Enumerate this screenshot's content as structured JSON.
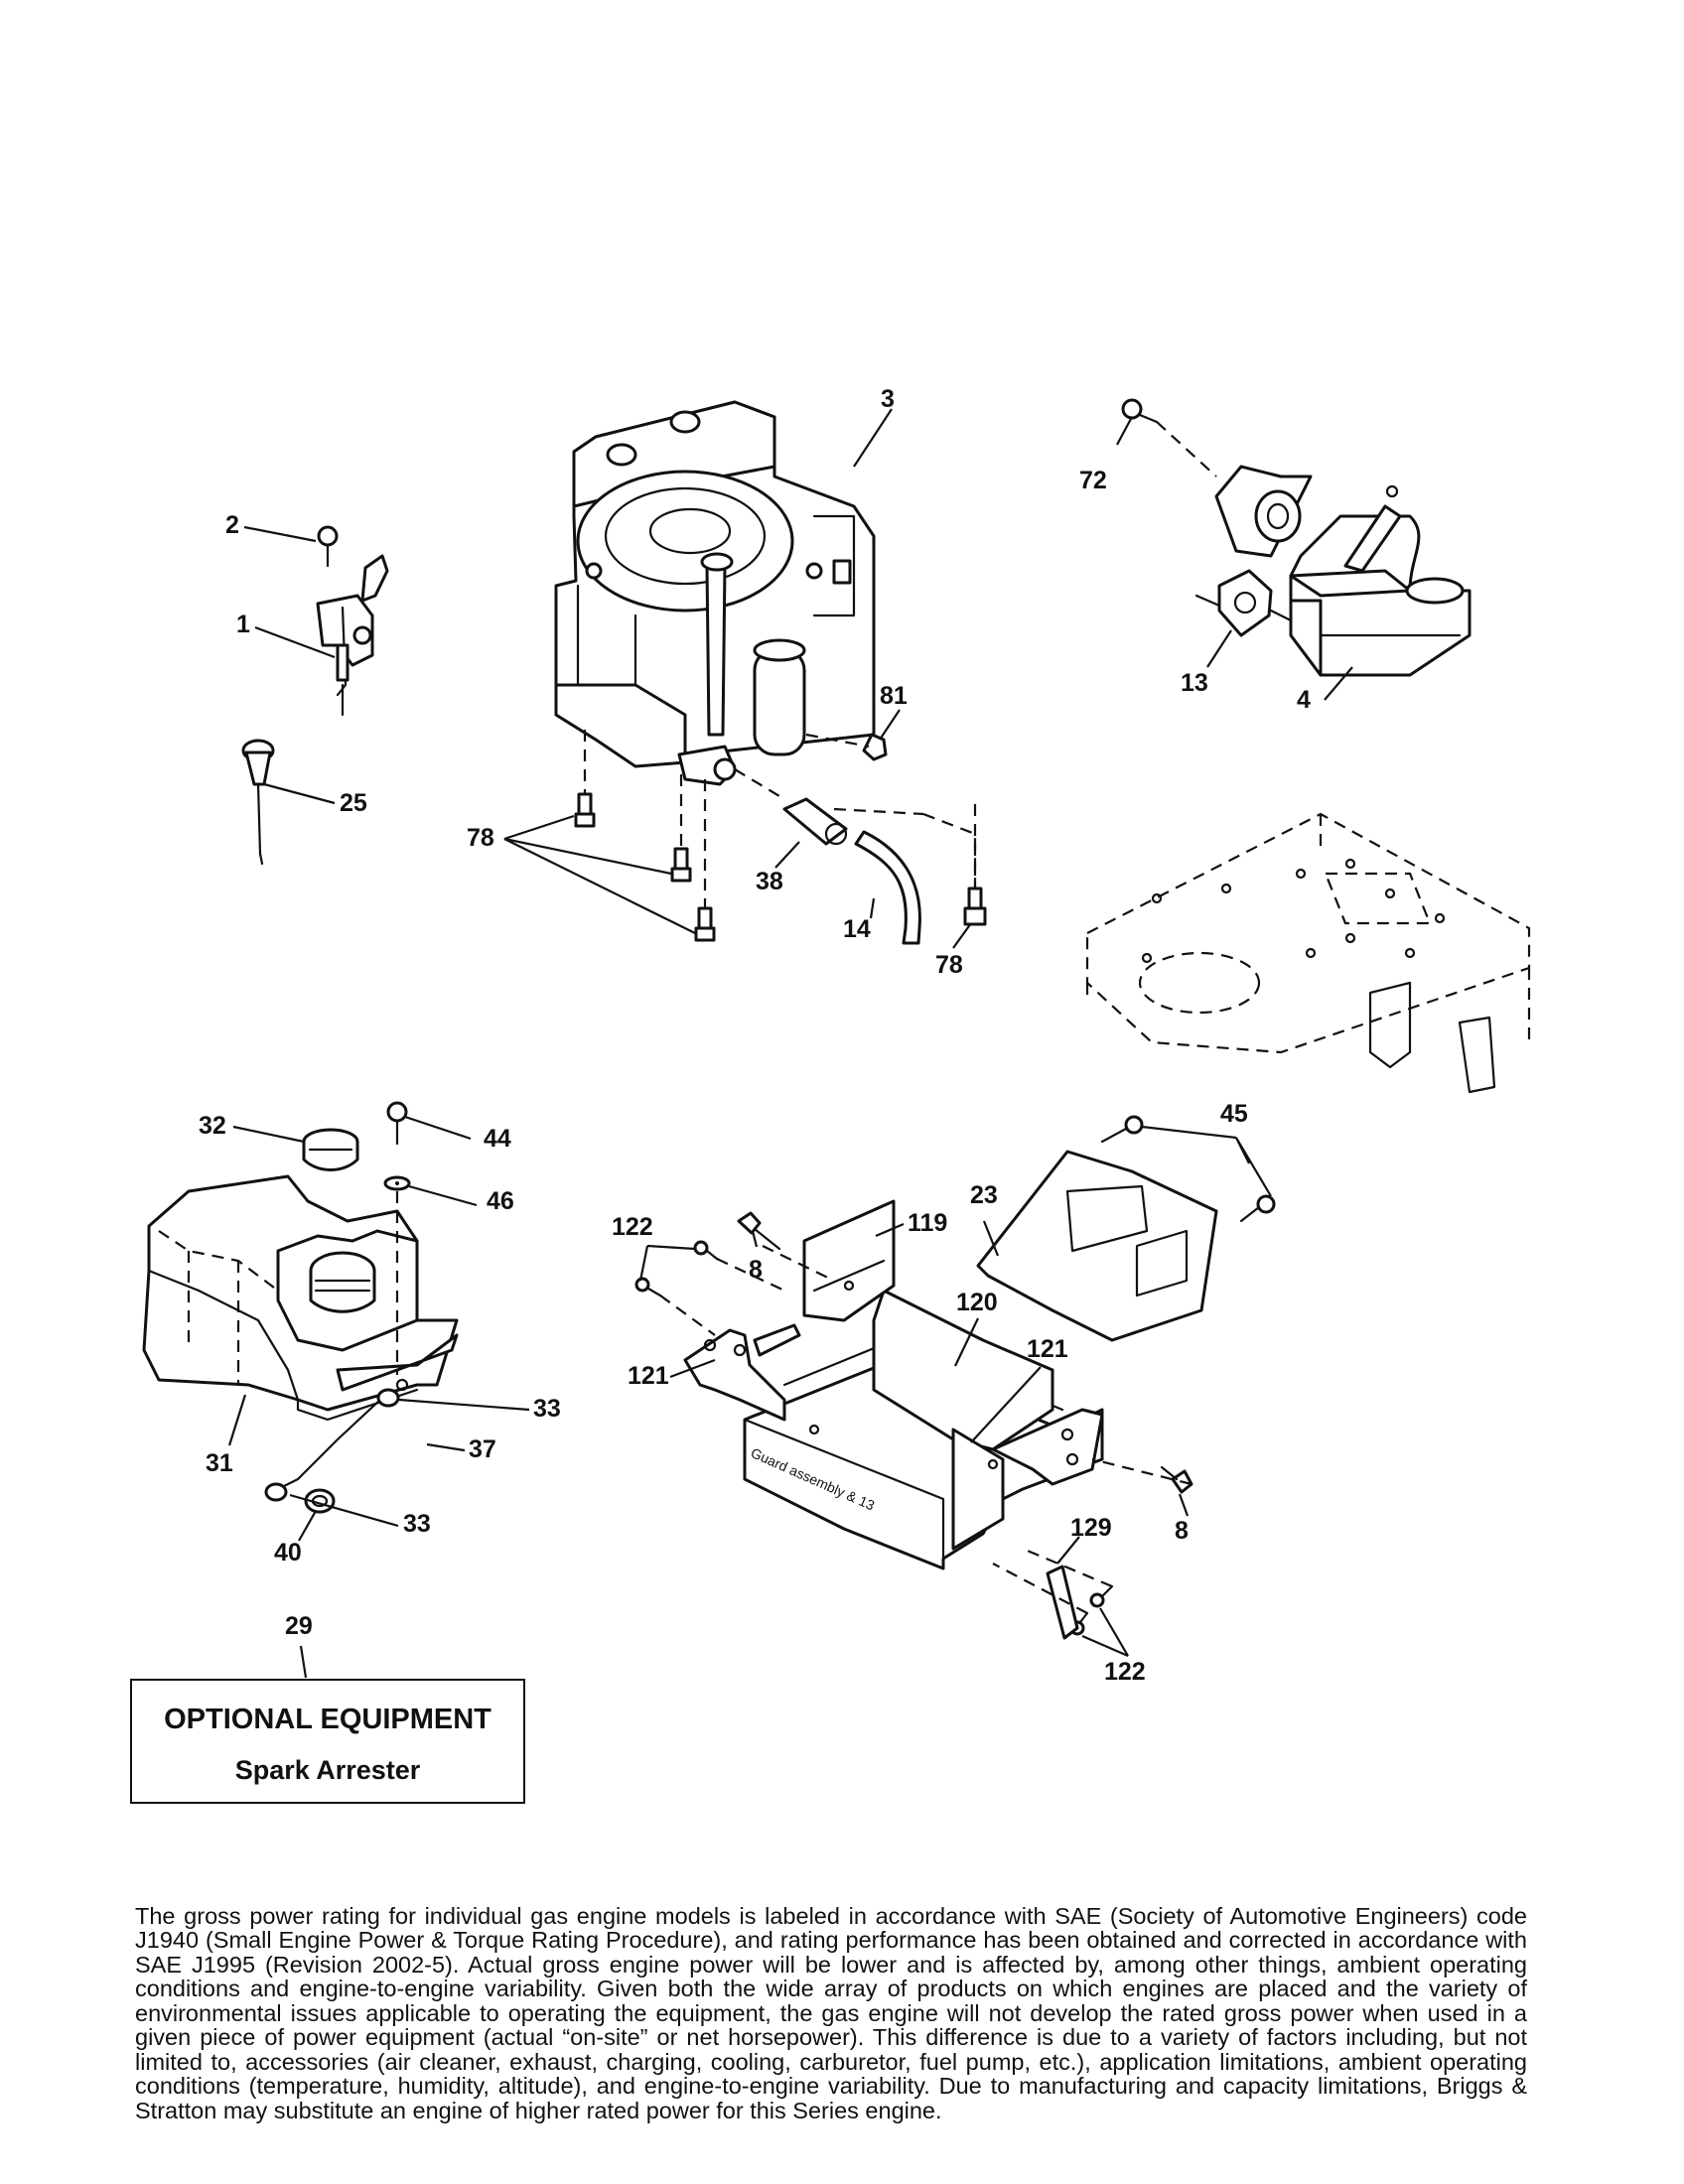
{
  "callouts": {
    "c3": "3",
    "c72": "72",
    "c2": "2",
    "c1": "1",
    "c13": "13",
    "c4": "4",
    "c81": "81",
    "c25": "25",
    "c78a": "78",
    "c38": "38",
    "c14": "14",
    "c78b": "78",
    "c32": "32",
    "c44": "44",
    "c46": "46",
    "c45": "45",
    "c23": "23",
    "c122a": "122",
    "c8a": "8",
    "c119": "119",
    "c120": "120",
    "c121a": "121",
    "c121b": "121",
    "c31": "31",
    "c33a": "33",
    "c37": "37",
    "c40": "40",
    "c33b": "33",
    "c129": "129",
    "c8b": "8",
    "c122b": "122",
    "c29": "29"
  },
  "guard_label": "Guard assembly & 13",
  "optional_equipment": {
    "title": "OPTIONAL EQUIPMENT",
    "item": "Spark Arrester"
  },
  "disclaimer": "The gross power rating for individual gas engine models is labeled in accordance with SAE (Society of Automotive Engineers) code J1940 (Small Engine Power & Torque Rating Procedure), and rating performance has been obtained and corrected in accordance with SAE J1995 (Revision 2002-5). Actual gross engine power will be lower and is affected by, among other things, ambient operating conditions and engine-to-engine variability. Given both the wide array of products on which engines are placed and the variety of environmental issues applicable to operating the equipment, the gas engine will not develop the rated gross power when used in a given piece of power equipment (actual “on-site” or net horsepower). This difference is due to a variety of factors including, but not limited to, accessories (air cleaner, exhaust, charging, cooling, carburetor, fuel pump, etc.), application limitations, ambient operating conditions (temperature, humidity, altitude), and engine-to-engine variability. Due to manufacturing and capacity limitations, Briggs & Stratton may substitute an engine of higher rated power for this Series engine."
}
